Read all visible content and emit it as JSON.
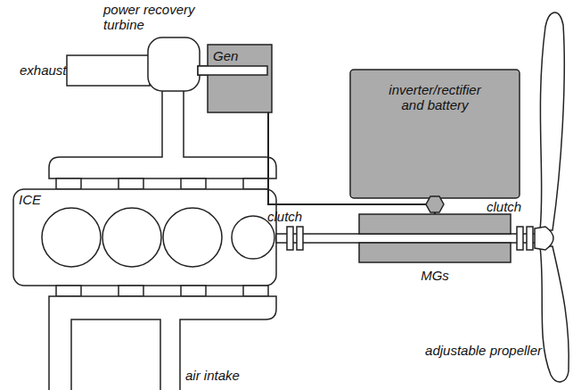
{
  "diagram": {
    "nodes": [
      {
        "text": [
          "power recovery turbine"
        ]
      },
      {
        "text": [
          "Gen"
        ]
      },
      {
        "text": [
          "inverter/rectifier and battery"
        ]
      },
      {
        "text": [
          "ICE"
        ]
      },
      {
        "text": [
          "MGs"
        ]
      }
    ],
    "edges": [
      {
        "from": 1,
        "to": 2,
        "arrow": "none"
      },
      {
        "from": 2,
        "to": 4,
        "arrow": "none"
      }
    ],
    "labels": [
      "exhaust",
      "clutch",
      "clutch",
      "air intake",
      "adjustable propeller"
    ]
  }
}
